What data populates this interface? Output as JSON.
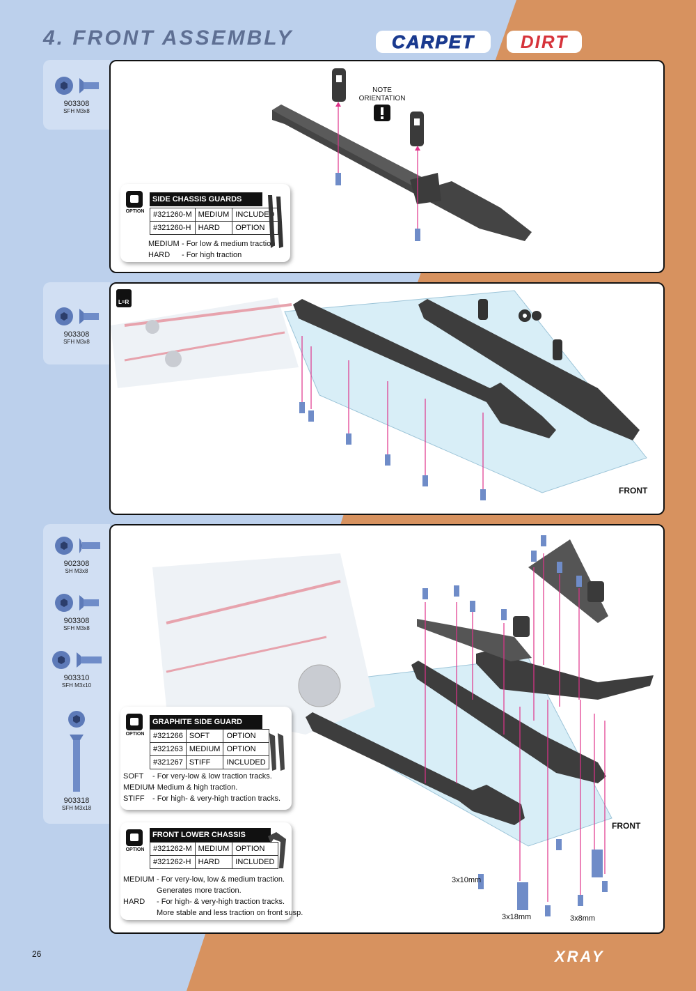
{
  "header": {
    "title": "4. FRONT ASSEMBLY",
    "badge_carpet": "CARPET",
    "badge_dirt": "DIRT"
  },
  "colors": {
    "blue_bg": "#bcd0ec",
    "orange_bg": "#d7925f",
    "panel_border": "#111111",
    "arrow": "#e0338a"
  },
  "steps": [
    {
      "parts": [
        {
          "num": "903308",
          "spec": "SFH M3x8"
        }
      ],
      "note": [
        "NOTE",
        "ORIENTATION"
      ],
      "option": {
        "title": "SIDE CHASSIS GUARDS",
        "label": "OPTION",
        "rows": [
          [
            "#321260-M",
            "MEDIUM",
            "INCLUDED"
          ],
          [
            "#321260-H",
            "HARD",
            "OPTION"
          ]
        ],
        "notes": [
          [
            "MEDIUM",
            "- For low & medium traction"
          ],
          [
            "HARD",
            "- For high traction"
          ]
        ]
      }
    },
    {
      "parts": [
        {
          "num": "903308",
          "spec": "SFH M3x8"
        }
      ],
      "lr_label": "L=R",
      "front_label": "FRONT"
    },
    {
      "parts": [
        {
          "num": "902308",
          "spec": "SH M3x8"
        },
        {
          "num": "903308",
          "spec": "SFH M3x8"
        },
        {
          "num": "903310",
          "spec": "SFH M3x10"
        },
        {
          "num": "903318",
          "spec": "SFH M3x18"
        }
      ],
      "front_label": "FRONT",
      "sizes": [
        "3x10mm",
        "3x18mm",
        "3x8mm"
      ],
      "options": [
        {
          "title": "GRAPHITE SIDE GUARD BRACE",
          "label": "OPTION",
          "rows": [
            [
              "#321266",
              "SOFT",
              "OPTION"
            ],
            [
              "#321263",
              "MEDIUM",
              "OPTION"
            ],
            [
              "#321267",
              "STIFF",
              "INCLUDED"
            ]
          ],
          "notes": [
            [
              "SOFT",
              "- For very-low & low traction tracks."
            ],
            [
              "MEDIUM",
              "- Medium & high traction."
            ],
            [
              "STIFF",
              "- For high- & very-high traction tracks."
            ]
          ]
        },
        {
          "title": "FRONT LOWER CHASSIS BRACE",
          "label": "OPTION",
          "rows": [
            [
              "#321262-M",
              "MEDIUM",
              "OPTION"
            ],
            [
              "#321262-H",
              "HARD",
              "INCLUDED"
            ]
          ],
          "notes": [
            [
              "MEDIUM",
              "- For very-low, low & medium traction."
            ],
            [
              "",
              "Generates more traction."
            ],
            [
              "HARD",
              "- For high- & very-high traction tracks."
            ],
            [
              "",
              "More stable and less traction on front susp."
            ]
          ]
        }
      ]
    }
  ],
  "footer": {
    "page": "26",
    "brand": "XRAY"
  }
}
